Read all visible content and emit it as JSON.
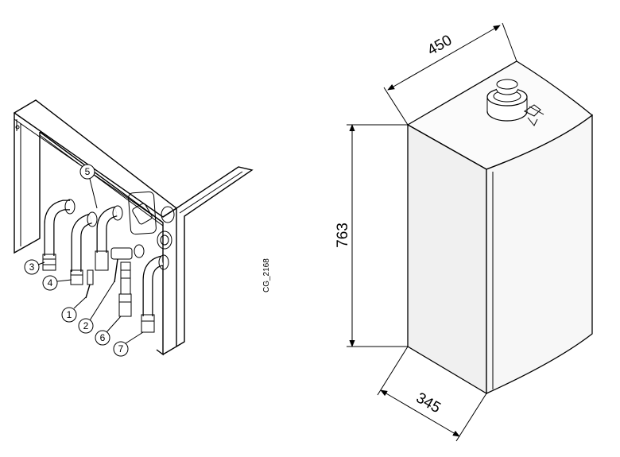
{
  "diagram": {
    "figure_ref": "CG_2168",
    "dimensions": {
      "width": "450",
      "height": "763",
      "depth": "345"
    },
    "callouts": [
      "1",
      "2",
      "3",
      "4",
      "5",
      "6",
      "7"
    ],
    "colors": {
      "line": "#000000",
      "front_face": "#f7f7f7",
      "side_face": "#e9e9e9",
      "top_face": "#fbfbfb",
      "pipe": "#ffffff"
    }
  }
}
